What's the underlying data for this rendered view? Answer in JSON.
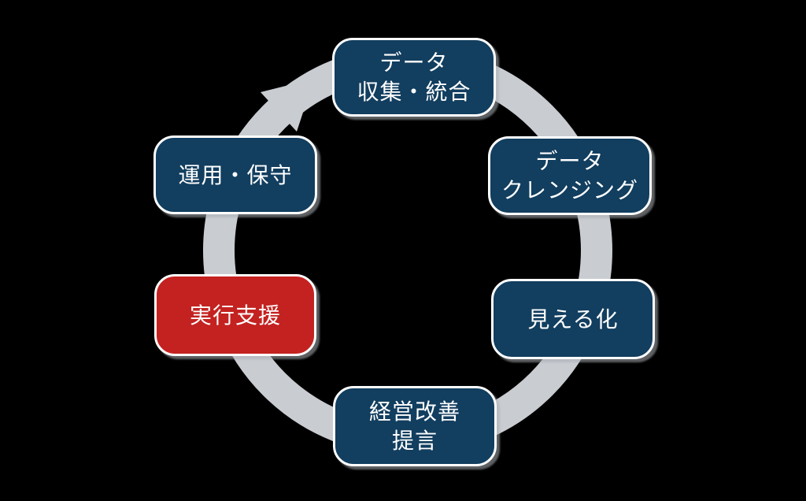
{
  "colors": {
    "navy": "#123E5F",
    "red": "#C32220",
    "ring_gray": "#C9CCD1",
    "box_border": "#FFFFFF",
    "text": "#FFFFFF",
    "background": "#000000"
  },
  "cycle": {
    "flow": "clockwise",
    "nodes": [
      {
        "id": "data-collection",
        "line1": "データ",
        "line2": "収集・統合"
      },
      {
        "id": "data-cleansing",
        "line1": "データ",
        "line2": "クレンジング"
      },
      {
        "id": "visualization",
        "line1": "見える化",
        "line2": ""
      },
      {
        "id": "improvement-proposal",
        "line1": "経営改善",
        "line2": "提言"
      },
      {
        "id": "execution-support",
        "line1": "実行支援",
        "line2": ""
      },
      {
        "id": "operation-maintenance",
        "line1": "運用・保守",
        "line2": ""
      }
    ]
  }
}
